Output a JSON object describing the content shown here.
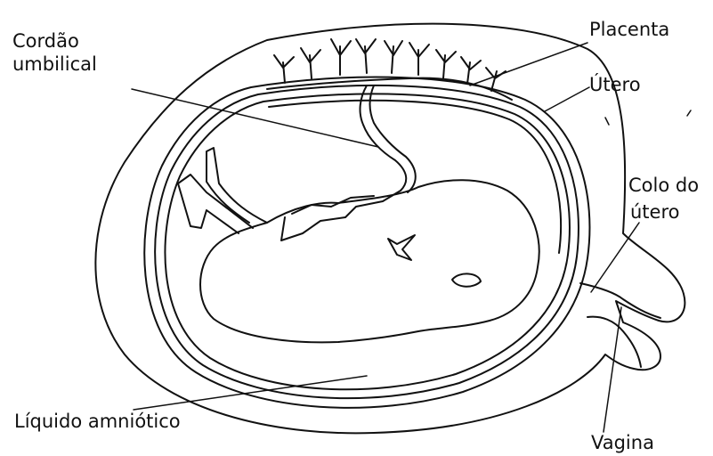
{
  "labels": {
    "cordao_line1": "Cordão",
    "cordao_line2": "umbilical",
    "placenta": "Placenta",
    "utero": "Útero",
    "colo_line1": "Colo do",
    "colo_line2": "útero",
    "liquido": "Líquido amniótico",
    "vagina": "Vagina"
  },
  "colors": {
    "ink": "#111111",
    "background": "#ffffff"
  }
}
